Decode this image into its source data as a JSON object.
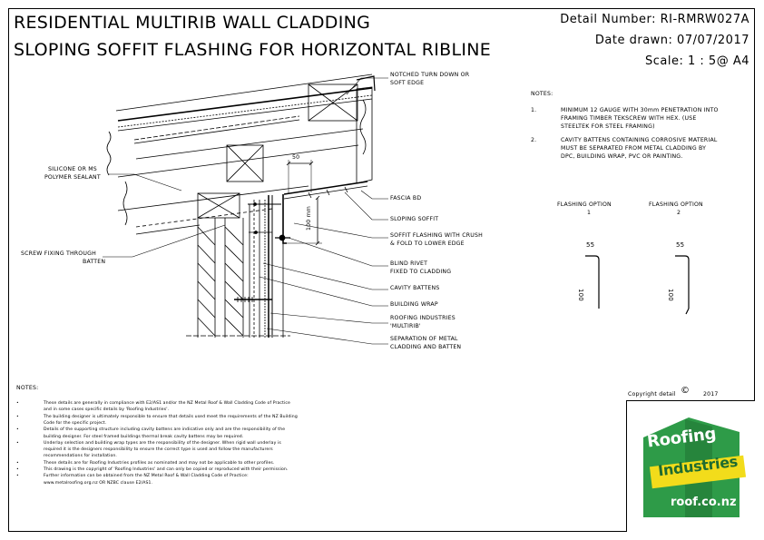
{
  "header": {
    "title_line1": "RESIDENTIAL MULTIRIB WALL CLADDING",
    "title_line2": "SLOPING SOFFIT FLASHING FOR HORIZONTAL RIBLINE",
    "detail_number": "Detail Number:  RI-RMRW027A",
    "date_drawn": "Date drawn:  07/07/2017",
    "scale": "Scale:   1 : 5@ A4"
  },
  "labels": {
    "notched": "NOTCHED TURN DOWN OR",
    "soft_edge": "SOFT EDGE",
    "silicone1": "SILICONE OR MS",
    "silicone2": "POLYMER SEALANT",
    "screw1": "SCREW FIXING THROUGH",
    "screw2": "BATTEN",
    "fascia": "FASCIA BD",
    "sloping_soffit": "SLOPING SOFFIT",
    "soffit1": "SOFFIT FLASHING WITH CRUSH",
    "soffit2": "& FOLD TO LOWER EDGE",
    "rivet1": "BLIND RIVET",
    "rivet2": "FIXED TO CLADDING",
    "cavity": "CAVITY BATTENS",
    "wrap": "BUILDING WRAP",
    "roofing1": "ROOFING INDUSTRIES",
    "roofing2": "'MULTIRIB'",
    "sep1": "SEPARATION OF METAL",
    "sep2": "CLADDING AND BATTEN",
    "dim_50": "50",
    "dim_100": "100 mm"
  },
  "notes_right": {
    "heading": "NOTES:",
    "n1_num": "1.",
    "n1_l1": "MINIMUM 12 GAUGE WITH 30mm PENETRATION INTO",
    "n1_l2": "FRAMING TIMBER TEKSCREW WITH HEX.  (USE",
    "n1_l3": "STEELTEK FOR STEEL FRAMING)",
    "n2_num": "2.",
    "n2_l1": "CAVITY BATTENS CONTAINING CORROSIVE MATERIAL",
    "n2_l2": "MUST BE SEPARATED FROM METAL CLADDING BY",
    "n2_l3": "DPC, BUILDING WRAP, PVC OR PAINTING."
  },
  "flashing_options": [
    {
      "title": "FLASHING OPTION",
      "num": "1",
      "top": "55",
      "side": "100"
    },
    {
      "title": "FLASHING OPTION",
      "num": "2",
      "top": "55",
      "side": "100"
    }
  ],
  "notes_bottom": {
    "heading": "NOTES:",
    "lines": [
      "These details are generally in compliance with E2/AS1 and/or the NZ Metal Roof & Wall Cladding Code of Practice",
      "and in some cases specific details by 'Roofing Industries'.",
      "The building designer is ultimately responsible to ensure that details used meet the requirements of the NZ Building",
      "Code for the specific project.",
      "Details of the supporting structure including cavity battens are indicative only and are the responsibility of the",
      "building designer.  For steel framed buildings thermal break cavity battens may be required.",
      "Underlay selection and building wrap types are the responsibility of the designer.  When rigid wall underlay is",
      "required it is the designers responsibility to ensure the correct type is used and follow the manufacturers",
      "recommendations for installation.",
      "These details are for Roofing Industries profiles as nominated and may not be applicable to other profiles.",
      "This drawing is the copyright of 'Roofing Industries' and can only be copied or reproduced with their permission.",
      "Further information can be obtained from the  NZ Metal Roof & Wall Cladding Code of Practice:",
      "www.metalroofing.org.nz OR NZBC clause E2/AS1."
    ],
    "bullets": [
      "•",
      "",
      "•",
      "",
      "•",
      "",
      "•",
      "",
      "",
      "•",
      "•",
      "•",
      ""
    ]
  },
  "copyright": {
    "text": "Copyright detail",
    "symbol": "©",
    "year": "2017"
  },
  "logo": {
    "word1": "Roofing",
    "word2": "Industries",
    "url": "roof.co.nz",
    "green": "#2e9b48",
    "yellow": "#f2dc1b",
    "dark_green": "#1e6b30"
  }
}
